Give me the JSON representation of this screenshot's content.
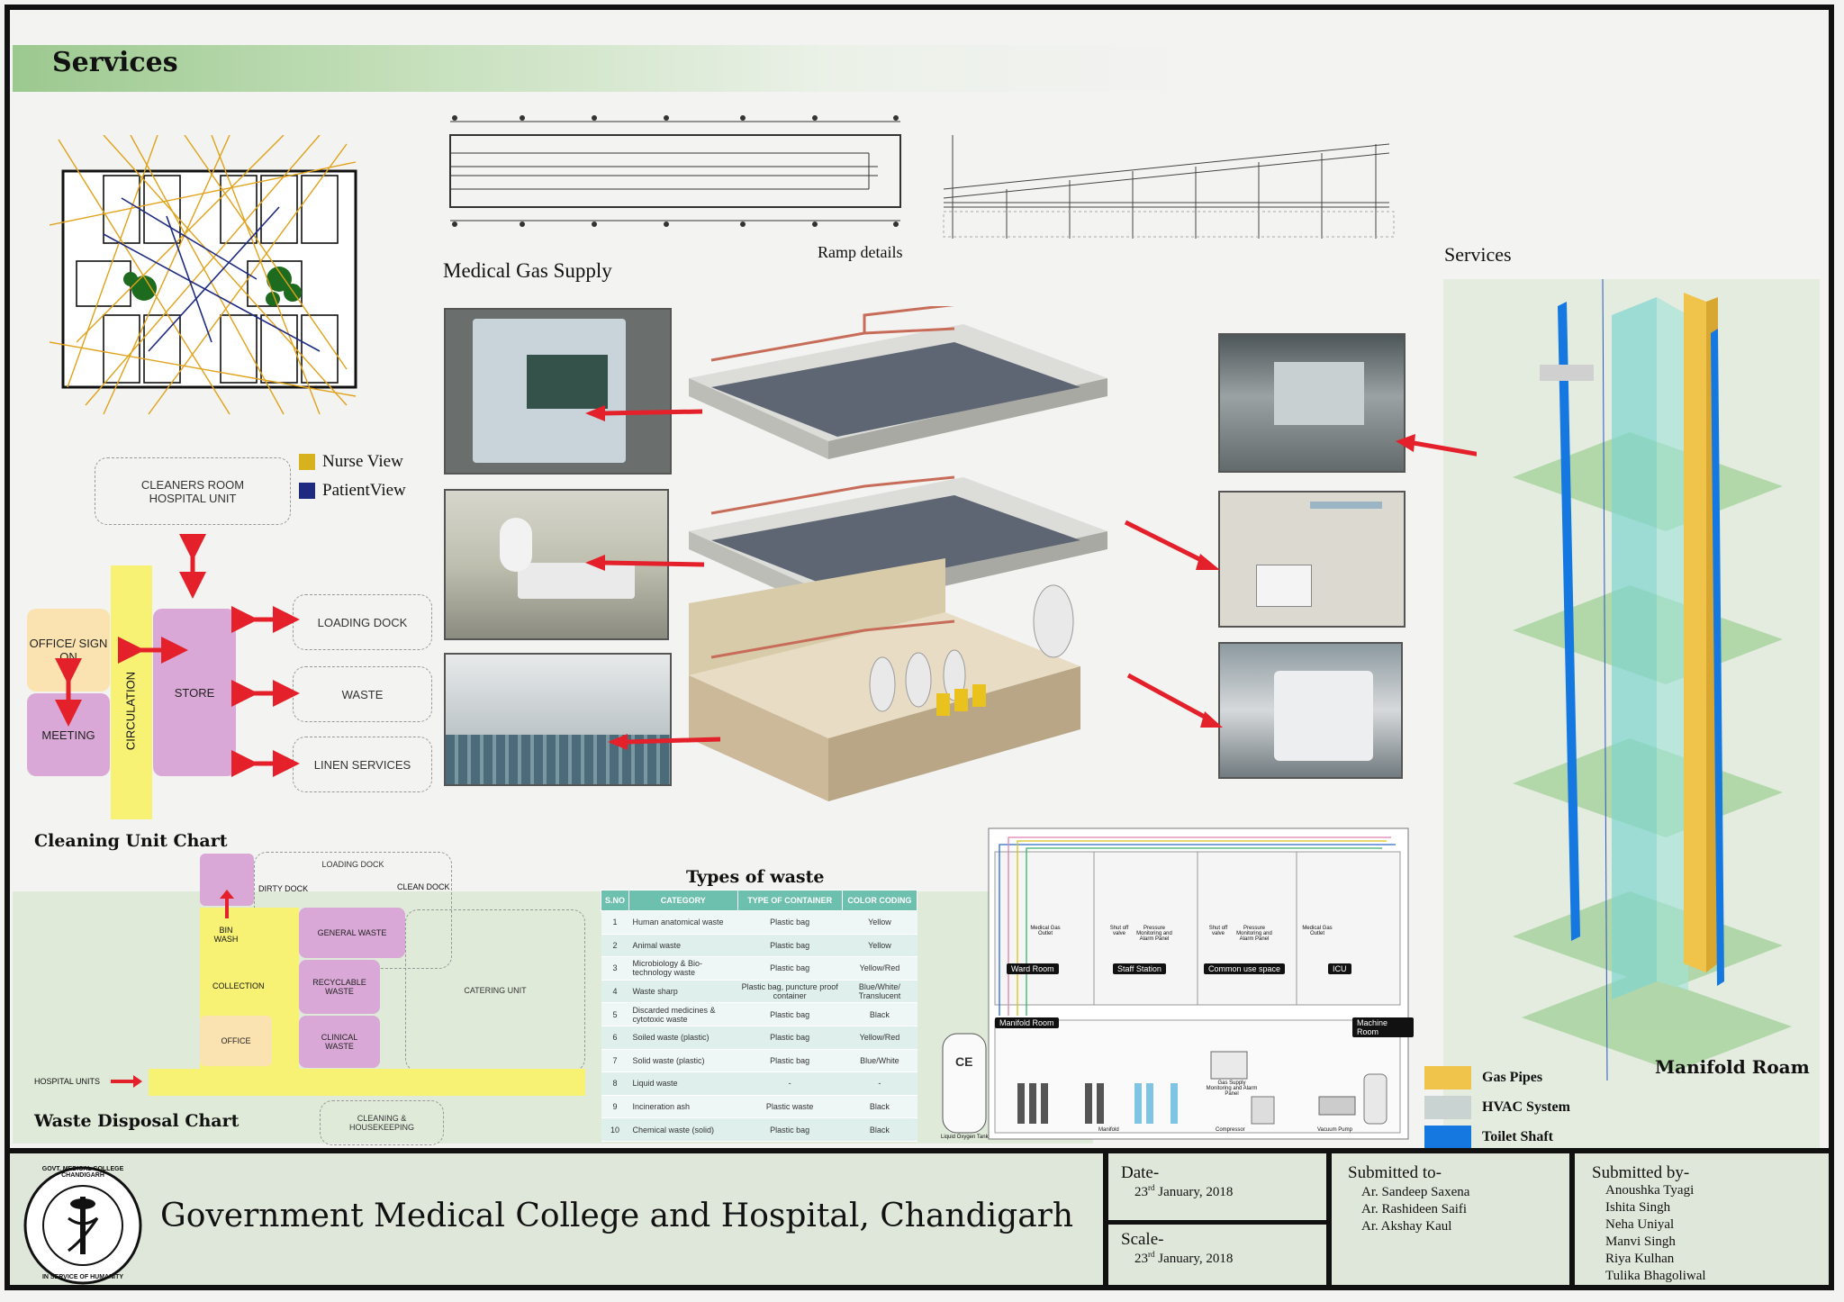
{
  "section_title": "Services",
  "ramp": {
    "label": "Ramp details"
  },
  "medical_gas": {
    "title": "Medical Gas Supply"
  },
  "legend_view": [
    {
      "label": "Nurse View",
      "color": "#d8b21e"
    },
    {
      "label": "PatientView",
      "color": "#1e2a80"
    }
  ],
  "cleaning_chart": {
    "title": "Cleaning Unit Chart",
    "cleaners_room": "CLEANERS ROOM HOSPITAL UNIT",
    "office": "OFFICE/ SIGN ON",
    "meeting": "MEETING",
    "circulation": "CIRCULATION",
    "store": "STORE",
    "loading_dock": "LOADING DOCK",
    "waste": "WASTE",
    "linen": "LINEN SERVICES"
  },
  "waste_chart": {
    "title": "Waste Disposal Chart",
    "loading_dock": "LOADING DOCK",
    "dirty_dock": "DIRTY DOCK",
    "clean_dock": "CLEAN DOCK",
    "bin_wash": "BIN WASH",
    "general_waste": "GENERAL WASTE",
    "recyclable_waste": "RECYCLABLE WASTE",
    "collection": "COLLECTION",
    "catering_unit": "CATERING UNIT",
    "office": "OFFICE",
    "clinical_waste": "CLINICAL WASTE",
    "hospital_units": "HOSPITAL UNITS",
    "cleaning": "CLEANING & HOUSEKEEPING"
  },
  "waste_table": {
    "title": "Types of waste",
    "headers": [
      "S.NO",
      "CATEGORY",
      "TYPE OF CONTAINER",
      "COLOR CODING"
    ],
    "rows": [
      [
        "1",
        "Human anatomical waste",
        "Plastic bag",
        "Yellow"
      ],
      [
        "2",
        "Animal waste",
        "Plastic bag",
        "Yellow"
      ],
      [
        "3",
        "Microbiology & Bio-technology waste",
        "Plastic bag",
        "Yellow/Red"
      ],
      [
        "4",
        "Waste sharp",
        "Plastic bag, puncture proof container",
        "Blue/White/ Translucent"
      ],
      [
        "5",
        "Discarded medicines & cytotoxic waste",
        "Plastic bag",
        "Black"
      ],
      [
        "6",
        "Soiled waste (plastic)",
        "Plastic bag",
        "Yellow/Red"
      ],
      [
        "7",
        "Solid waste (plastic)",
        "Plastic bag",
        "Blue/White"
      ],
      [
        "8",
        "Liquid waste",
        "-",
        "-"
      ],
      [
        "9",
        "Incineration ash",
        "Plastic waste",
        "Black"
      ],
      [
        "10",
        "Chemical waste (solid)",
        "Plastic bag",
        "Black"
      ]
    ]
  },
  "gas_schematic": {
    "rooms": [
      "Ward Room",
      "Staff Station",
      "Common use space",
      "ICU"
    ],
    "room_items": [
      "Medical Gas Outlet",
      "Shut off valve",
      "Pressure Monitoring and Alarm Panel",
      "Shut off valve",
      "Pressure Monitoring and Alarm Panel",
      "Medical Gas Outlet"
    ],
    "manifold_room": "Manifold Room",
    "machine_room": "Machine Room",
    "tank_letters": "CE",
    "tank_label": "Liquid Oxygen Tank",
    "panel_label": "Gas Supply Monitoring and Alarm Panel",
    "manifold": "Manifold",
    "compressor": "Compressor",
    "vacuum_pump": "Vacuum Pump"
  },
  "services_right": {
    "title": "Services",
    "shaft_title": "Manifold Roam",
    "legend": [
      {
        "label": "Gas Pipes",
        "color": "#f0c44a"
      },
      {
        "label": "HVAC System",
        "color": "#c9d3d2"
      },
      {
        "label": "Toilet Shaft",
        "color": "#1577e0"
      }
    ]
  },
  "footer": {
    "institution": "Government Medical College and Hospital, Chandigarh",
    "seal_text": "GOVT. MEDICAL COLLEGE CHANDIGARH",
    "seal_motto": "IN SERVICE OF HUMANITY",
    "date_label": "Date-",
    "date_day": "23",
    "date_sup": "rd",
    "date_rest": " January, 2018",
    "scale_label": "Scale-",
    "scale_day": "23",
    "scale_sup": "rd",
    "scale_rest": " January, 2018",
    "submitted_to_label": "Submitted to-",
    "submitted_to": [
      "Ar. Sandeep Saxena",
      "Ar. Rashideen Saifi",
      "Ar. Akshay Kaul"
    ],
    "submitted_by_label": "Submitted by-",
    "submitted_by": [
      "Anoushka Tyagi",
      "Ishita Singh",
      "Neha Uniyal",
      "Manvi Singh",
      "Riya Kulhan",
      "Tulika Bhagoliwal"
    ]
  }
}
